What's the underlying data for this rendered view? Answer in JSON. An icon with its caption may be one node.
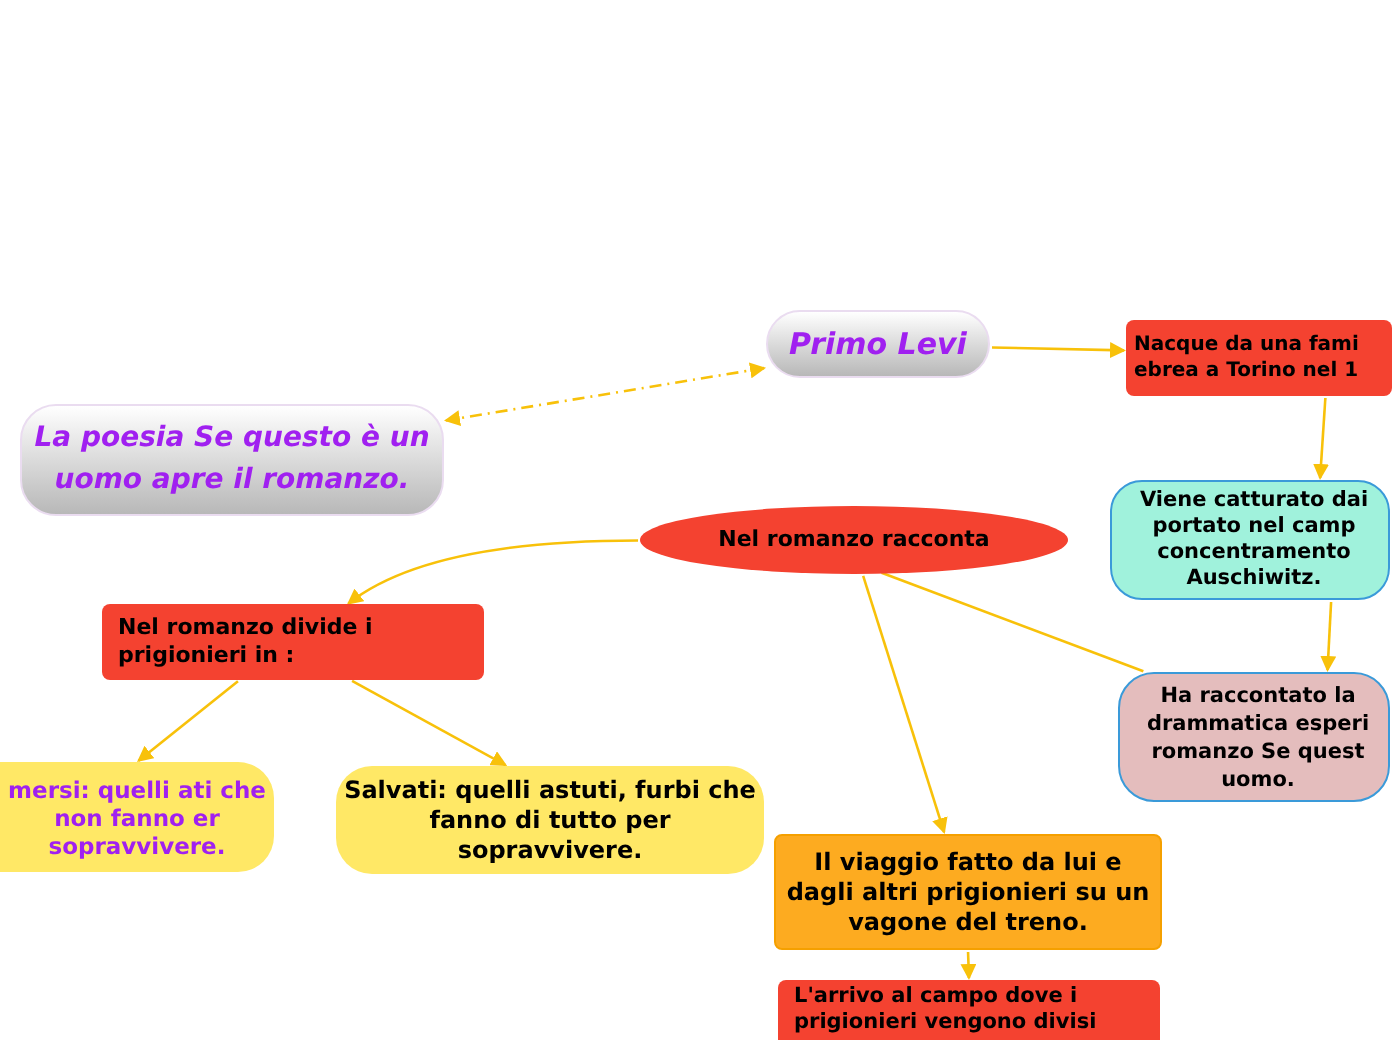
{
  "diagram": {
    "nodes": [
      {
        "text": [
          "Primo Levi"
        ]
      },
      {
        "text": [
          "La poesia Se questo è un uomo apre il romanzo."
        ]
      },
      {
        "text": [
          "Nacque da una fami ebrea a Torino nel 1"
        ]
      },
      {
        "text": [
          "Nel romanzo racconta"
        ]
      },
      {
        "text": [
          "Viene catturato dai portato nel camp concentramento Auschiwitz."
        ]
      },
      {
        "text": [
          "Nel romanzo divide i prigionieri in :"
        ]
      },
      {
        "text": [
          "Ha raccontato la drammatica esperi romanzo Se quest uomo."
        ]
      },
      {
        "text": [
          "mersi: quelli ati che non fanno er sopravvivere."
        ]
      },
      {
        "text": [
          "Salvati: quelli astuti, furbi che fanno di tutto per sopravvivere."
        ]
      },
      {
        "text": [
          "Il viaggio fatto da lui e dagli altri prigionieri su un vagone del treno."
        ]
      },
      {
        "text": [
          "L'arrivo al campo dove i prigionieri vengono divisi"
        ]
      }
    ],
    "edges": [
      {
        "from": 0,
        "to": 2,
        "arrow": "to"
      },
      {
        "from": 0,
        "to": 1,
        "arrow": "both",
        "style": "dashed"
      },
      {
        "from": 3,
        "to": 5,
        "arrow": "to"
      },
      {
        "from": 2,
        "to": 4,
        "arrow": "to"
      },
      {
        "from": 4,
        "to": 6,
        "arrow": "to"
      },
      {
        "from": 3,
        "to": 6,
        "arrow": "none"
      },
      {
        "from": 3,
        "to": 9,
        "arrow": "to"
      },
      {
        "from": 9,
        "to": 10,
        "arrow": "to"
      },
      {
        "from": 5,
        "to": 7,
        "arrow": "to"
      },
      {
        "from": 5,
        "to": 8,
        "arrow": "to"
      }
    ]
  }
}
